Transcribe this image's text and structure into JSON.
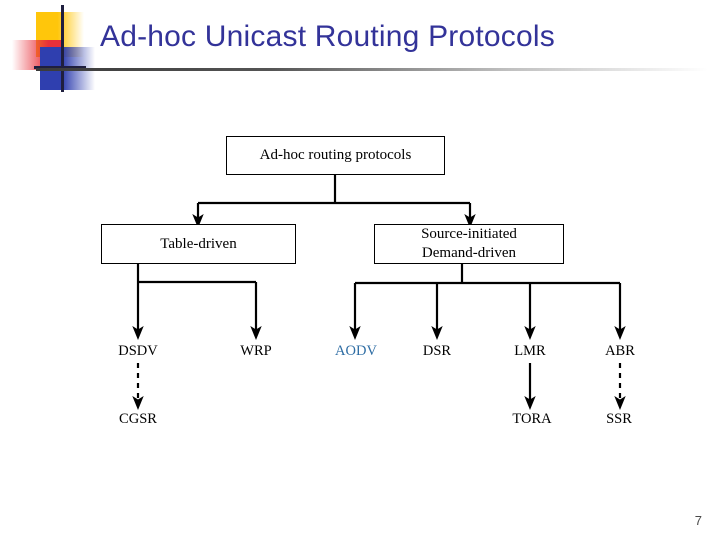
{
  "slide": {
    "title": "Ad-hoc Unicast Routing Protocols",
    "page_number": "7"
  },
  "colors": {
    "title": "#333399",
    "accent_label": "#2E6DA4",
    "logo_yellow": "#FFC60B",
    "logo_red": "#E8303A",
    "logo_blue": "#2F3FAF",
    "logo_cross": "#1F1F3F",
    "diagram_line": "#000000"
  },
  "diagram": {
    "type": "tree",
    "root": {
      "label": "Ad-hoc routing protocols"
    },
    "categories": [
      {
        "id": "table-driven",
        "label": "Table-driven",
        "label_lines": [
          "Table-driven"
        ],
        "children": [
          {
            "id": "dsdv",
            "label": "DSDV",
            "color": "#000000",
            "child": {
              "id": "cgsr",
              "label": "CGSR",
              "link_style": "dashed"
            }
          },
          {
            "id": "wrp",
            "label": "WRP",
            "color": "#000000",
            "child": null
          }
        ]
      },
      {
        "id": "source-initiated",
        "label": "Source-initiated Demand-driven",
        "label_lines": [
          "Source-initiated",
          "Demand-driven"
        ],
        "children": [
          {
            "id": "aodv",
            "label": "AODV",
            "color": "#2E6DA4",
            "child": null
          },
          {
            "id": "dsr",
            "label": "DSR",
            "color": "#000000",
            "child": null
          },
          {
            "id": "lmr",
            "label": "LMR",
            "color": "#000000",
            "child": {
              "id": "tora",
              "label": "TORA",
              "link_style": "solid"
            }
          },
          {
            "id": "abr",
            "label": "ABR",
            "color": "#000000",
            "child": {
              "id": "ssr",
              "label": "SSR",
              "link_style": "dashed"
            }
          }
        ]
      }
    ]
  }
}
